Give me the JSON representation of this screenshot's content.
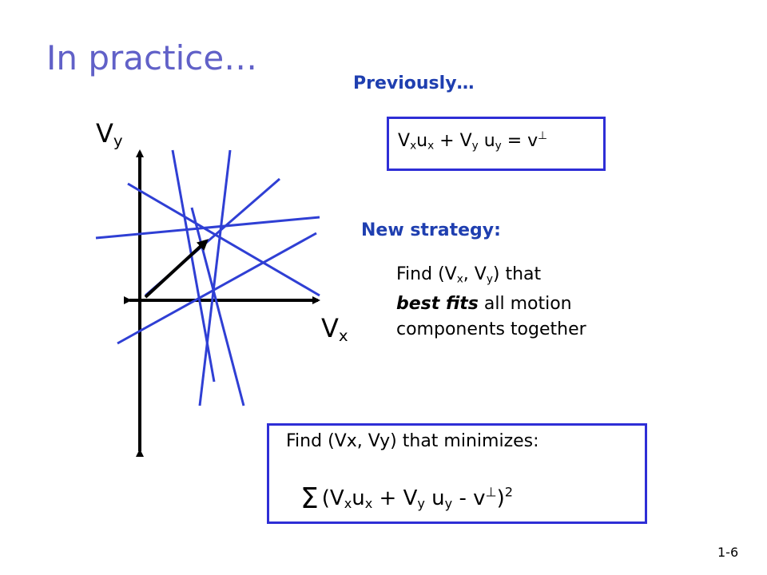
{
  "title": "In practice…",
  "previously_label": "Previously…",
  "constraint_equation": {
    "V1": "V",
    "s1": "x",
    "u1": "u",
    "s2": "x",
    "plus": " + ",
    "V2": "V",
    "s3": "y",
    "u2": " u",
    "s4": "y",
    "eq": " = v",
    "perp": "⊥"
  },
  "new_strategy_label": "New strategy:",
  "find_text": {
    "line1_pre": "Find (V",
    "line1_s1": "x",
    "line1_mid": ", V",
    "line1_s2": "y",
    "line1_post": ") that",
    "line2_em": "best fits",
    "line2_rest": " all motion",
    "line3": "components together"
  },
  "axes": {
    "vy_label": "V",
    "vy_sub": "y",
    "vx_label": "V",
    "vx_sub": "x"
  },
  "minimize_box": {
    "intro": "Find (Vx, Vy) that minimizes:",
    "sigma": "Σ",
    "open": "(V",
    "s1": "x",
    "u1": "u",
    "s2": "x",
    "plus": " + V",
    "s3": "y",
    "u2": " u",
    "s4": "y",
    "minus": " - v",
    "perp": "⊥",
    "close": ")",
    "power": "2"
  },
  "page_number": "1-6",
  "colors": {
    "title": "#6161c8",
    "heading": "#1f3fb0",
    "box_border": "#2e2ed6",
    "constraint_lines": "#2f3fd4",
    "axes": "#000000"
  }
}
